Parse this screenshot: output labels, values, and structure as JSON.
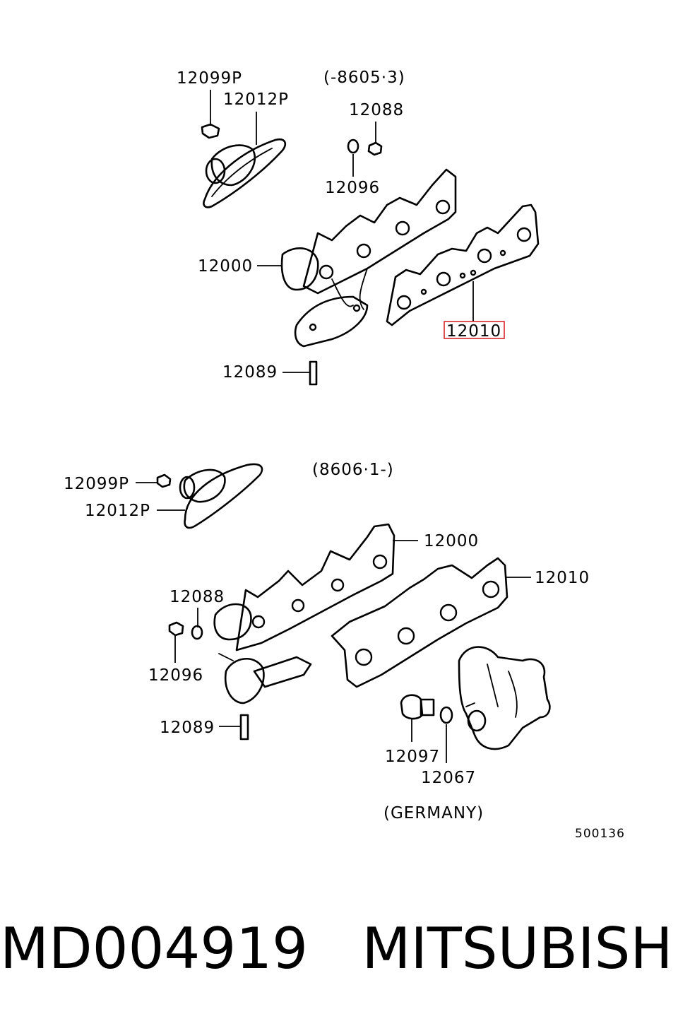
{
  "diagram": {
    "top": {
      "date_range": "(-8605·3)",
      "labels": {
        "p12099P": "12099P",
        "p12012P": "12012P",
        "p12088": "12088",
        "p12096": "12096",
        "p12000": "12000",
        "p12010": "12010",
        "p12089": "12089"
      },
      "highlighted_part": "12010",
      "highlight_color": "#d9262b"
    },
    "bottom": {
      "date_range": "(8606·1-)",
      "labels": {
        "p12099P": "12099P",
        "p12012P": "12012P",
        "p12000": "12000",
        "p12010": "12010",
        "p12088": "12088",
        "p12096": "12096",
        "p12089": "12089",
        "p12097": "12097",
        "p12067": "12067"
      },
      "region_note": "(GERMANY)"
    },
    "figure_number": "500136"
  },
  "footer": {
    "part_number": "MD004919",
    "brand": "MITSUBISHI"
  }
}
